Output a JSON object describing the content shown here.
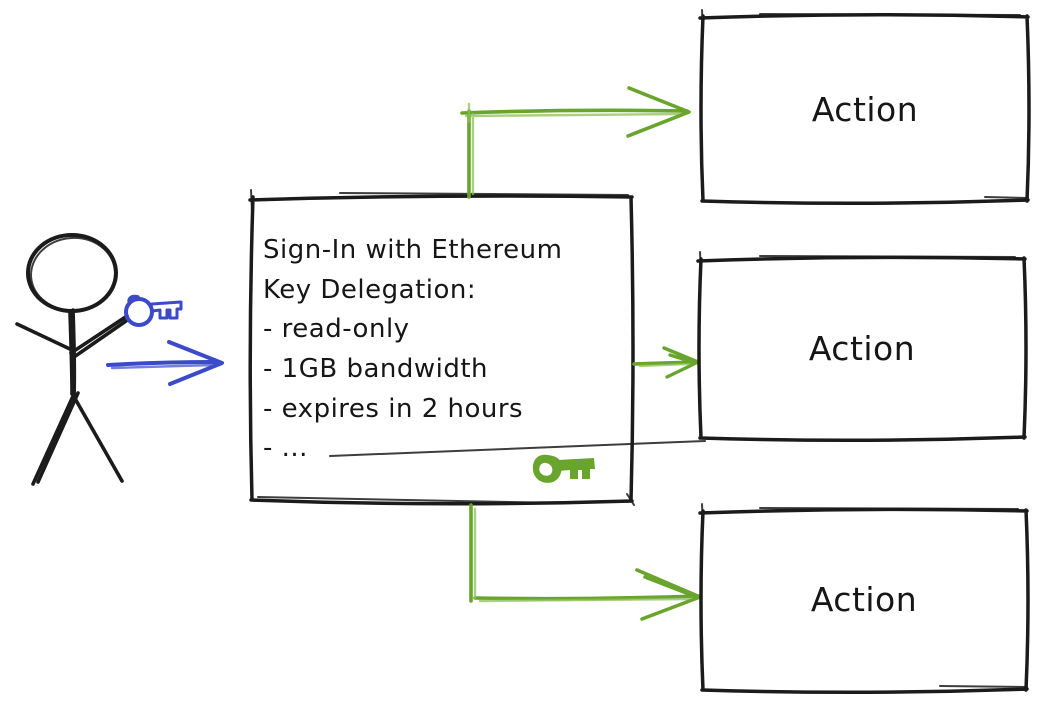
{
  "diagram": {
    "background": "#ffffff",
    "colors": {
      "ink": "#1b1b1b",
      "blue": "#3b4ac9",
      "green": "#69a42c"
    },
    "actor": {
      "icon": "stick-figure",
      "held_icon": "blue-key"
    },
    "delegate_arrow_icon": "blue-arrow",
    "card": {
      "lines": [
        "Sign-In with Ethereum",
        "Key Delegation:",
        "- read-only",
        "- 1GB bandwidth",
        "- expires in 2 hours",
        "- ..."
      ],
      "badge_icon": "green-key"
    },
    "actions": [
      {
        "label": "Action"
      },
      {
        "label": "Action"
      },
      {
        "label": "Action"
      }
    ]
  }
}
